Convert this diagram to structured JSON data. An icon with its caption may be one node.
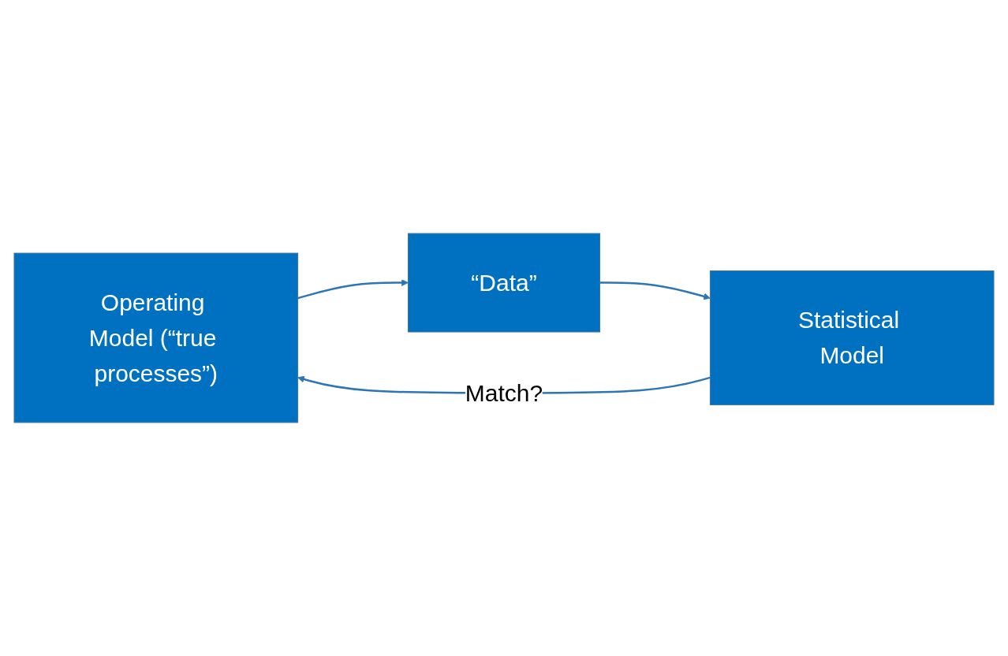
{
  "diagram": {
    "nodes": [
      {
        "text": [
          "Operating Model (“true processes”)"
        ]
      },
      {
        "text": [
          "“Data”"
        ]
      },
      {
        "text": [
          "Statistical Model"
        ]
      }
    ],
    "edges": [
      {
        "from": 0,
        "to": 1,
        "arrow": "to"
      },
      {
        "from": 1,
        "to": 2,
        "arrow": "to"
      },
      {
        "from": 2,
        "to": 0,
        "arrow": "to",
        "label": "Match?"
      }
    ]
  }
}
